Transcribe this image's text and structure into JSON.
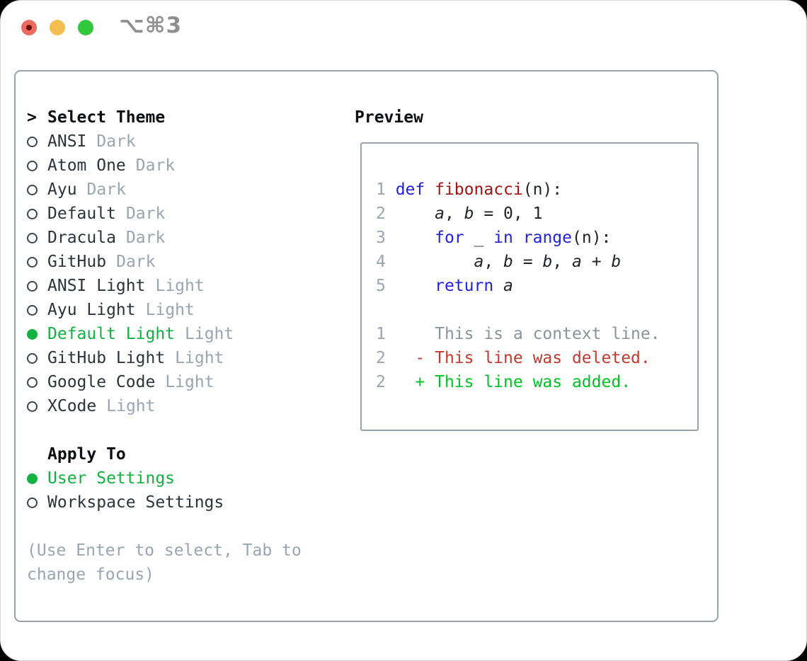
{
  "window": {
    "shortcut": "⌥⌘3"
  },
  "colors": {
    "accent_green": "#12b241",
    "keyword_blue": "#2222dd",
    "function_red": "#a31515",
    "diff_deleted_red": "#c43a2e",
    "diff_added_green": "#00c222",
    "muted_gray": "#9aa5b1",
    "border_gray": "#99a2ad",
    "traffic_red": "#ee6a5f",
    "traffic_yellow": "#f5bf4f",
    "traffic_green": "#31c83e"
  },
  "theme_panel": {
    "prompt": ">",
    "title": "Select Theme",
    "themes": [
      {
        "name": "ANSI",
        "variant": "Dark",
        "selected": false
      },
      {
        "name": "Atom One",
        "variant": "Dark",
        "selected": false
      },
      {
        "name": "Ayu",
        "variant": "Dark",
        "selected": false
      },
      {
        "name": "Default",
        "variant": "Dark",
        "selected": false
      },
      {
        "name": "Dracula",
        "variant": "Dark",
        "selected": false
      },
      {
        "name": "GitHub",
        "variant": "Dark",
        "selected": false
      },
      {
        "name": "ANSI Light",
        "variant": "Light",
        "selected": false
      },
      {
        "name": "Ayu Light",
        "variant": "Light",
        "selected": false
      },
      {
        "name": "Default Light",
        "variant": "Light",
        "selected": true
      },
      {
        "name": "GitHub Light",
        "variant": "Light",
        "selected": false
      },
      {
        "name": "Google Code",
        "variant": "Light",
        "selected": false
      },
      {
        "name": "XCode",
        "variant": "Light",
        "selected": false
      }
    ],
    "apply_to": {
      "title": "Apply To",
      "options": [
        {
          "name": "User Settings",
          "selected": true
        },
        {
          "name": "Workspace Settings",
          "selected": false
        }
      ]
    },
    "help_lines": [
      "(Use Enter to select, Tab to",
      "change focus)"
    ]
  },
  "preview": {
    "title": "Preview",
    "lines": [
      {
        "segments": [
          {
            "t": "1 "
          },
          {
            "t": "def"
          },
          {
            "t": " "
          },
          {
            "t": "fibonacci"
          },
          {
            "t": "(n):"
          }
        ]
      },
      {
        "segments": [
          {
            "t": "2 "
          },
          {
            "t": "    "
          },
          {
            "t": "a"
          },
          {
            "t": ", "
          },
          {
            "t": "b"
          },
          {
            "t": " = 0, 1"
          }
        ]
      },
      {
        "segments": [
          {
            "t": "3 "
          },
          {
            "t": "    "
          },
          {
            "t": "for"
          },
          {
            "t": " _ "
          },
          {
            "t": "in"
          },
          {
            "t": " "
          },
          {
            "t": "range"
          },
          {
            "t": "(n):"
          }
        ]
      },
      {
        "segments": [
          {
            "t": "4 "
          },
          {
            "t": "        "
          },
          {
            "t": "a"
          },
          {
            "t": ", "
          },
          {
            "t": "b"
          },
          {
            "t": " = "
          },
          {
            "t": "b"
          },
          {
            "t": ", "
          },
          {
            "t": "a"
          },
          {
            "t": " + "
          },
          {
            "t": "b"
          }
        ]
      },
      {
        "segments": [
          {
            "t": "5 "
          },
          {
            "t": "    "
          },
          {
            "t": "return"
          },
          {
            "t": " "
          },
          {
            "t": "a"
          }
        ]
      },
      {
        "segments": []
      },
      {
        "segments": [
          {
            "t": "1 "
          },
          {
            "t": "    This is a context line."
          }
        ]
      },
      {
        "segments": [
          {
            "t": "2 "
          },
          {
            "t": "  - This line was deleted."
          }
        ]
      },
      {
        "segments": [
          {
            "t": "2 "
          },
          {
            "t": "  + This line was added."
          }
        ]
      }
    ]
  }
}
